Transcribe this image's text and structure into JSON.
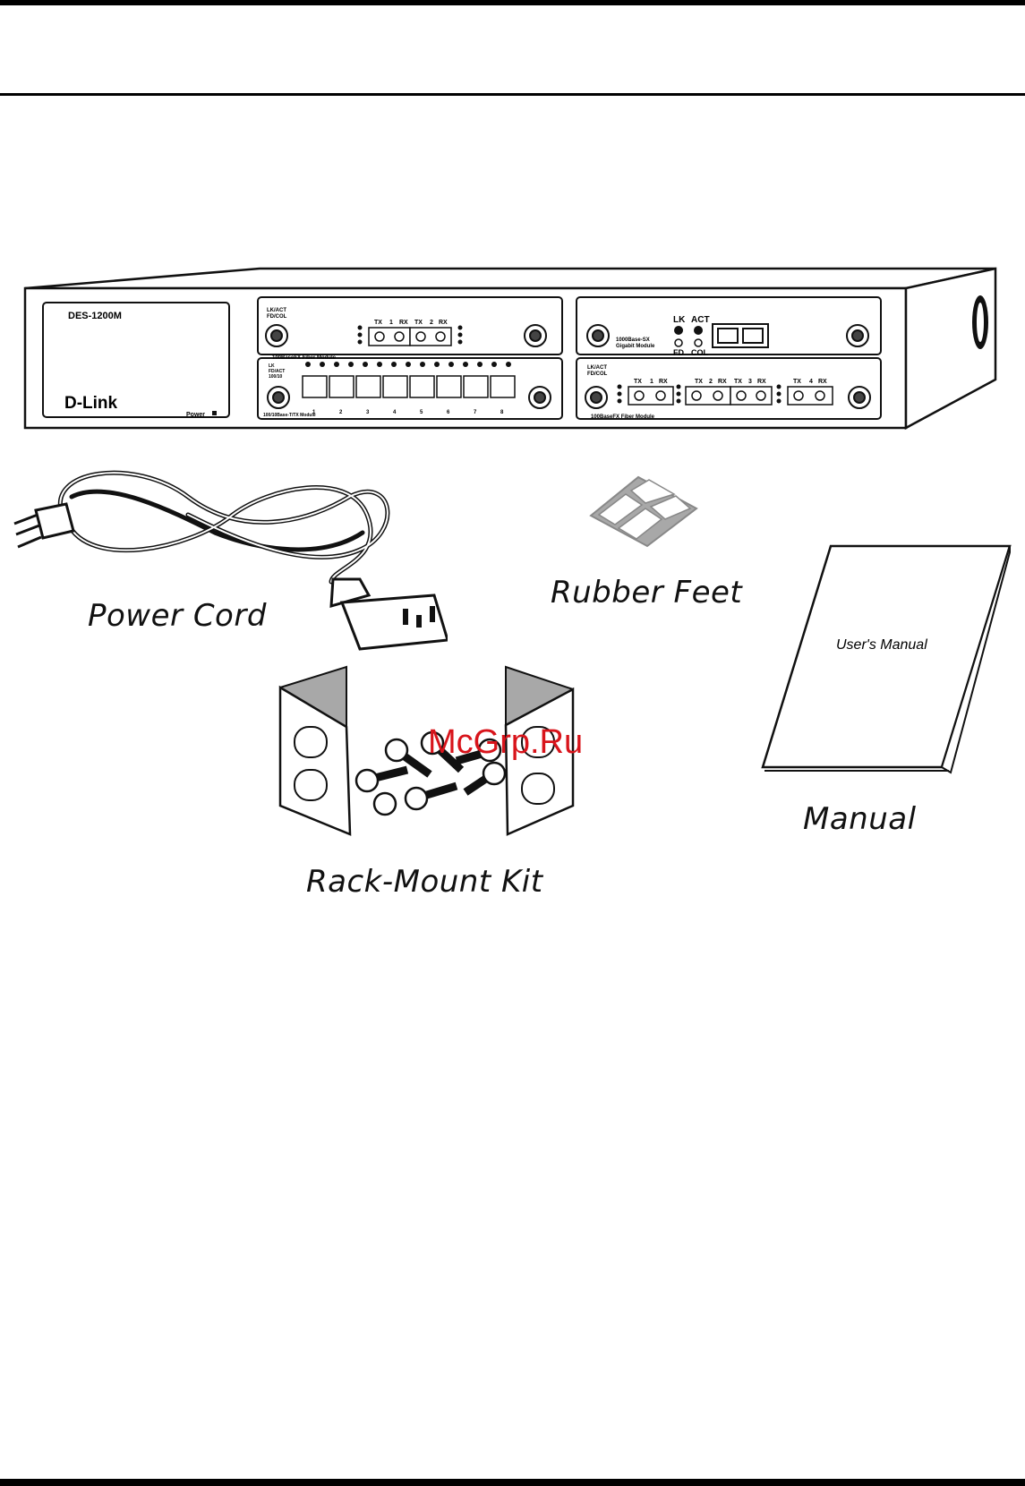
{
  "device": {
    "model": "DES-1200M",
    "brand": "D-Link",
    "power_label": "Power",
    "module_left_top": {
      "led_labels": [
        "LK/ACT",
        "FD/COL"
      ],
      "name": "100BaseFX Fiber Module",
      "ports": [
        "TX",
        "1",
        "RX",
        "TX",
        "2",
        "RX"
      ]
    },
    "module_left_bottom": {
      "led_labels": [
        "LK",
        "FD/ACT",
        "100/10"
      ],
      "name": "100/10Base-T/TX Module",
      "port_numbers": [
        "1",
        "2",
        "3",
        "4",
        "5",
        "6",
        "7",
        "8"
      ]
    },
    "module_right_top": {
      "led_labels": [
        "LK",
        "ACT",
        "FD",
        "COL"
      ],
      "name_line1": "1000Base-SX",
      "name_line2": "Gigabit Module"
    },
    "module_right_bottom": {
      "led_labels": [
        "LK/ACT",
        "FD/COL"
      ],
      "name": "100BaseFX Fiber Module",
      "ports": [
        "TX",
        "1",
        "RX",
        "TX",
        "2",
        "RX",
        "TX",
        "3",
        "RX",
        "TX",
        "4",
        "RX"
      ]
    }
  },
  "items": {
    "power_cord": "Power Cord",
    "rubber_feet": "Rubber Feet",
    "manual": "Manual",
    "manual_cover": "User's Manual",
    "rack_mount_kit": "Rack-Mount Kit"
  },
  "watermark": "McGrp.Ru",
  "colors": {
    "watermark": "#d8141b",
    "line": "#111111",
    "shade": "#a8a8a8"
  }
}
